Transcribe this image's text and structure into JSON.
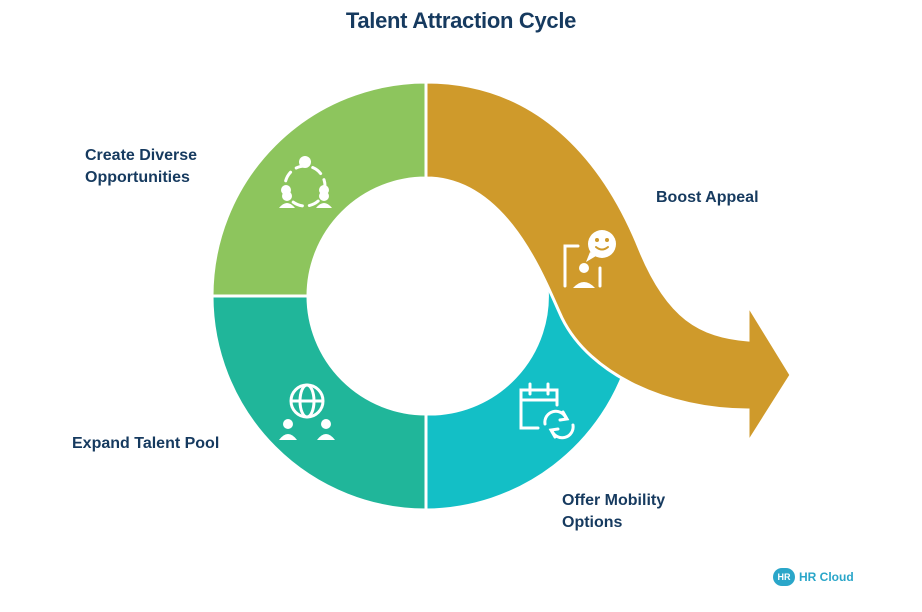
{
  "title": "Talent Attraction Cycle",
  "stages": {
    "create": {
      "line1": "Create Diverse",
      "line2": "Opportunities",
      "color": "#8dc55d",
      "icon": "diverse-group-icon"
    },
    "boost": {
      "label": "Boost Appeal",
      "color": "#cf9a2b",
      "icon": "presenter-chat-icon"
    },
    "expand": {
      "label": "Expand Talent Pool",
      "color": "#20b69a",
      "icon": "globe-people-icon"
    },
    "offer": {
      "line1": "Offer Mobility",
      "line2": "Options",
      "color": "#13bfc6",
      "icon": "calendar-refresh-icon"
    }
  },
  "logo": {
    "badge": "HR",
    "text": "HR Cloud"
  }
}
